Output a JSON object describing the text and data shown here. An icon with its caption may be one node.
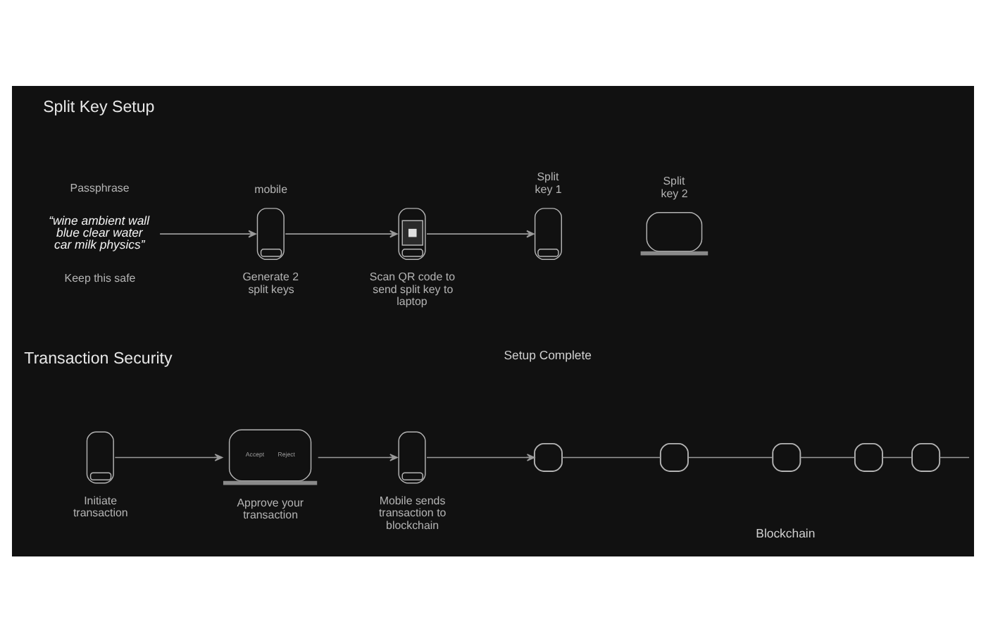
{
  "diagram": {
    "nodes": [
      {
        "text": [
          "“wine ambient wall blue clear water car milk physics”"
        ],
        "beside": [
          "Passphrase",
          "Keep this safe"
        ]
      },
      {
        "text": [],
        "shape": "phone",
        "beside": [
          "mobile",
          "Generate 2 split keys"
        ]
      },
      {
        "text": [],
        "shape": "phone",
        "beside": [
          "Scan QR code to send split key to laptop"
        ]
      },
      {
        "text": [],
        "shape": "phone",
        "beside": [
          "Split key 1"
        ]
      },
      {
        "text": [],
        "shape": "laptop",
        "beside": [
          "Split key 2"
        ]
      },
      {
        "text": [],
        "shape": "phone",
        "beside": [
          "Initiate transaction"
        ]
      },
      {
        "text": [
          "Accept",
          "Reject"
        ],
        "beside": [
          "Approve your transaction"
        ]
      },
      {
        "text": [],
        "shape": "phone",
        "beside": [
          "Mobile sends transaction to blockchain"
        ]
      },
      {
        "text": [],
        "shape": "box"
      },
      {
        "text": [],
        "shape": "box"
      },
      {
        "text": [],
        "shape": "box"
      },
      {
        "text": [],
        "shape": "box"
      },
      {
        "text": [],
        "shape": "box"
      }
    ],
    "edges": [
      {
        "from": 0,
        "to": 1,
        "arrow": "to"
      },
      {
        "from": 1,
        "to": 2,
        "arrow": "to"
      },
      {
        "from": 2,
        "to": 3,
        "arrow": "to"
      },
      {
        "from": 5,
        "to": 6,
        "arrow": "to"
      },
      {
        "from": 6,
        "to": 7,
        "arrow": "to"
      },
      {
        "from": 7,
        "to": 8,
        "arrow": "to"
      },
      {
        "from": 8,
        "to": 9,
        "arrow": "none"
      },
      {
        "from": 9,
        "to": 10,
        "arrow": "none"
      },
      {
        "from": 10,
        "to": 11,
        "arrow": "none"
      },
      {
        "from": 11,
        "to": 12,
        "arrow": "none"
      },
      {
        "from": 12,
        "to": null,
        "arrow": "none"
      }
    ],
    "labels": [
      "Split Key Setup",
      "Setup Complete",
      "Transaction Security",
      "Blockchain"
    ]
  }
}
